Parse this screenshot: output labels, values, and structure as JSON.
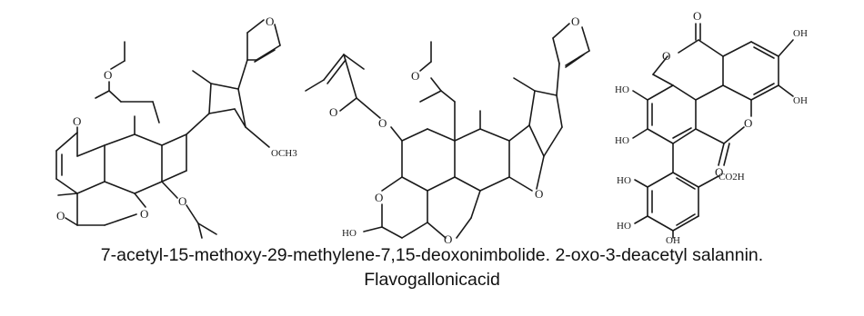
{
  "atoms": {
    "o": "O",
    "oh": "OH",
    "ho": "HO",
    "och3": "OCH3",
    "co2h": "CO2H"
  },
  "caption": {
    "line1": "7-acetyl-15-methoxy-29-methylene-7,15-deoxonimbolide. 2-oxo-3-deacetyl salannin.",
    "line2": "Flavogallonicacid"
  }
}
